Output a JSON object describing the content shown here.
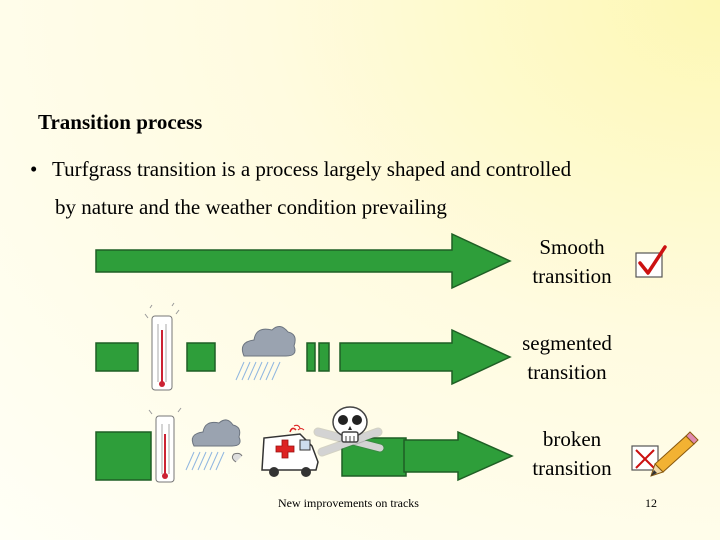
{
  "slide": {
    "heading": "Transition process",
    "bullet_symbol": "•",
    "bullet_line1": "Turfgrass transition is a process largely shaped and controlled",
    "bullet_line2": "by nature and the weather condition prevailing",
    "rows": [
      {
        "label_line1": "Smooth",
        "label_line2": "transition",
        "mark": "checkmark-icon"
      },
      {
        "label_line1": "segmented",
        "label_line2": "transition",
        "mark": ""
      },
      {
        "label_line1": "broken",
        "label_line2": "transition",
        "mark": "cross-mark-icon"
      }
    ],
    "footer": "New improvements on tracks",
    "page_number": "12"
  },
  "colors": {
    "arrow_fill": "#2e9e3a",
    "arrow_stroke": "#1f5f25",
    "check_red": "#cc1111",
    "cloud_gray": "#9aa3b0",
    "rain_blue": "#8fb6e0"
  },
  "icons": [
    "thermometer-icon",
    "rain-cloud-icon",
    "ambulance-icon",
    "skull-crossbones-icon",
    "pencil-icon"
  ]
}
